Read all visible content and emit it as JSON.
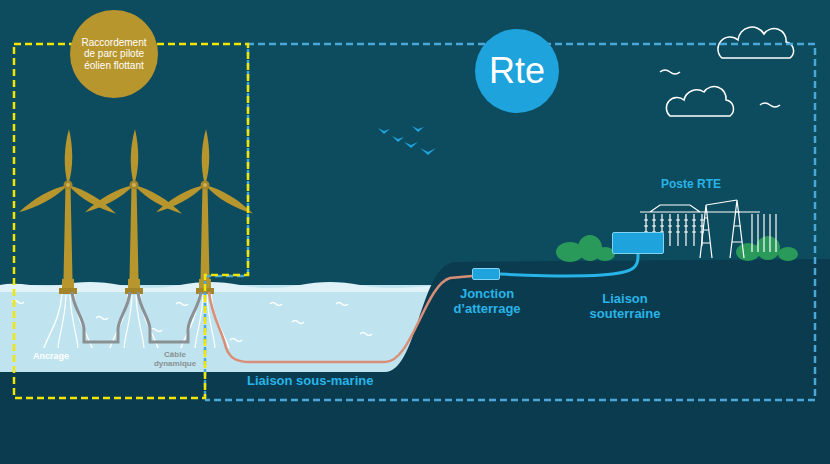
{
  "diagram": {
    "nodes": [
      {
        "text": [
          "Raccordement de parc pilote éolien flottant"
        ]
      },
      {
        "text": [
          "Rte"
        ]
      },
      {
        "text": [
          "Jonction d’atterrage"
        ]
      },
      {
        "text": [
          "Poste RTE"
        ]
      }
    ],
    "edges": [
      {
        "from": 2,
        "to": 3,
        "label": "Liaison souterraine",
        "arrow": "none"
      }
    ],
    "labels": [
      "Ancrage",
      "Câble dynamique",
      "Liaison sous-marine"
    ]
  }
}
